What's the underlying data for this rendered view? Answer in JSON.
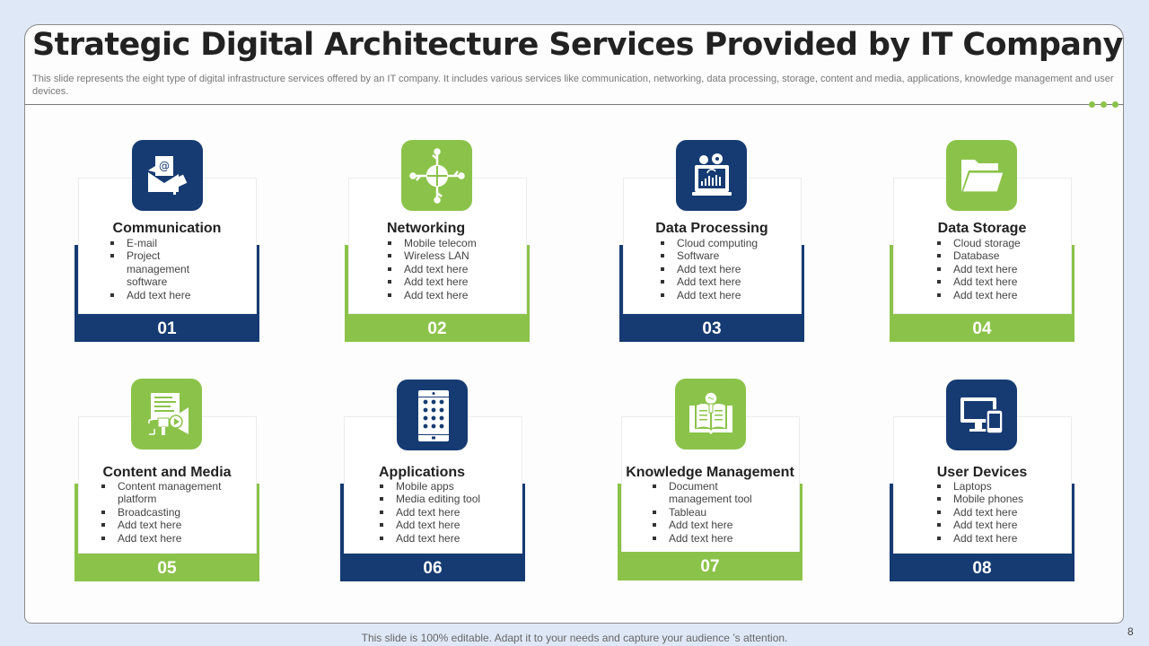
{
  "slide": {
    "title": "Strategic Digital Architecture Services Provided by IT Company",
    "subtitle": "This slide represents the eight type of digital infrastructure services offered by an IT company. It includes various services like communication, networking, data processing, storage, content and media, applications, knowledge management and user devices.",
    "footer": "This slide is 100% editable. Adapt it to your needs and capture your audience ’s attention.",
    "page_number": "8",
    "colors": {
      "navy": "#163b72",
      "green": "#8bc34a",
      "background": "#dfe8f6"
    }
  },
  "services": [
    {
      "number": "01",
      "title": "Communication",
      "color": "navy",
      "icon": "email-megaphone-icon",
      "items": [
        "E-mail",
        "Project management software",
        "Add text here"
      ]
    },
    {
      "number": "02",
      "title": "Networking",
      "color": "green",
      "icon": "globe-network-icon",
      "items": [
        "Mobile telecom",
        "Wireless LAN",
        "Add text here",
        "Add text here",
        "Add text here"
      ]
    },
    {
      "number": "03",
      "title": "Data Processing",
      "color": "navy",
      "icon": "laptop-gears-chart-icon",
      "items": [
        "Cloud computing",
        "Software",
        "Add text here",
        "Add text here",
        "Add text here"
      ]
    },
    {
      "number": "04",
      "title": "Data Storage",
      "color": "green",
      "icon": "folder-icon",
      "items": [
        "Cloud storage",
        "Database",
        "Add text here",
        "Add text here",
        "Add text here"
      ]
    },
    {
      "number": "05",
      "title": "Content and Media",
      "color": "green",
      "icon": "document-video-megaphone-icon",
      "items": [
        "Content management platform",
        "Broadcasting",
        "Add text here",
        "Add text here"
      ]
    },
    {
      "number": "06",
      "title": "Applications",
      "color": "navy",
      "icon": "mobile-apps-icon",
      "items": [
        "Mobile apps",
        "Media editing tool",
        "Add text here",
        "Add text here",
        "Add text here"
      ]
    },
    {
      "number": "07",
      "title": "Knowledge Management",
      "color": "green",
      "icon": "book-lightbulb-icon",
      "items": [
        "Document management tool",
        "Tableau",
        "Add text here",
        "Add text here"
      ]
    },
    {
      "number": "08",
      "title": "User Devices",
      "color": "navy",
      "icon": "desktop-mobile-icon",
      "items": [
        "Laptops",
        "Mobile phones",
        "Add text here",
        "Add text here",
        "Add text here"
      ]
    }
  ]
}
